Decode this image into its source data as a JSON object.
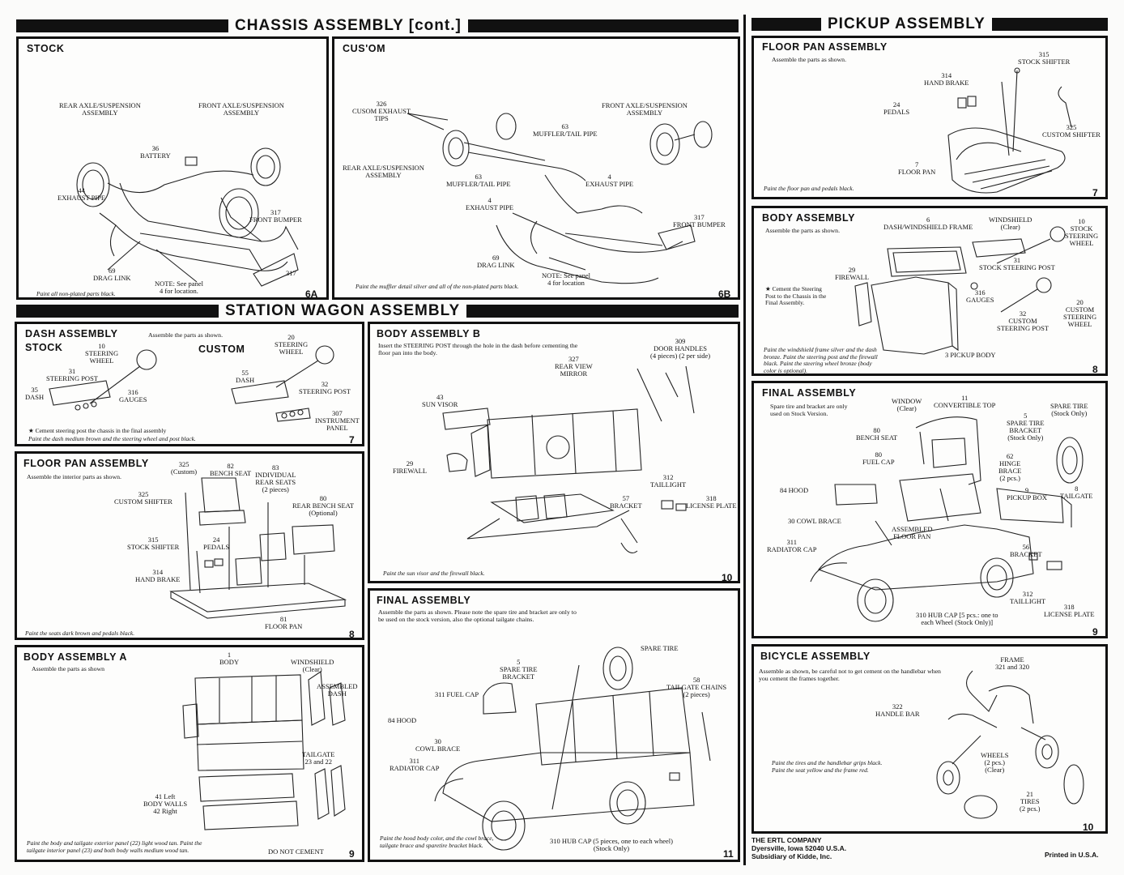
{
  "banners": {
    "chassis": "CHASSIS ASSEMBLY [cont.]",
    "pickup": "PICKUP ASSEMBLY",
    "wagon": "STATION WAGON ASSEMBLY"
  },
  "stock": {
    "title": "STOCK",
    "labels": [
      "REAR AXLE/SUSPENSION\nASSEMBLY",
      "FRONT AXLE/SUSPENSION\nASSEMBLY",
      "36\nBATTERY",
      "44\nEXHAUST PIPE",
      "317\nFRONT BUMPER",
      "69\nDRAG LINK",
      "NOTE: See panel\n4 for location.",
      "317"
    ],
    "note": "Paint all non-plated parts black.",
    "num": "6A"
  },
  "custom": {
    "title": "CUS'OM",
    "labels": [
      "326\nCUSOM EXHAUST\nTIPS",
      "FRONT AXLE/SUSPENSION\nASSEMBLY",
      "63\nMUFFLER/TAIL PIPE",
      "REAR AXLE/SUSPENSION\nASSEMBLY",
      "63\nMUFFLER/TAIL PIPE",
      "4\nEXHAUST PIPE",
      "4\nEXHAUST PIPE",
      "317\nFRONT BUMPER",
      "69\nDRAG LINK",
      "NOTE: See panel\n4 for location"
    ],
    "note": "Paint the muffler detail silver and all of the non-plated parts black.",
    "num": "6B"
  },
  "floor7": {
    "title": "FLOOR PAN ASSEMBLY",
    "inst": "Assemble the parts as shown.",
    "labels": [
      "315\nSTOCK SHIFTER",
      "314\nHAND BRAKE",
      "24\nPEDALS",
      "325\nCUSTOM SHIFTER",
      "7\nFLOOR PAN"
    ],
    "note": "Paint the floor pan and pedals black.",
    "num": "7"
  },
  "body8": {
    "title": "BODY ASSEMBLY",
    "inst": "Assemble the parts as shown.",
    "labels": [
      "6\nDASH/WINDSHIELD FRAME",
      "WINDSHIELD\n(Clear)",
      "10\nSTOCK\nSTEERING\nWHEEL",
      "29\nFIREWALL",
      "31\nSTOCK STEERING POST",
      "316\nGAUGES",
      "20\nCUSTOM\nSTEERING\nWHEEL",
      "32\nCUSTOM\nSTEERING POST",
      "3 PICKUP BODY"
    ],
    "star": "★ Cement the Steering Post to the Chassis in the Final Assembly.",
    "note": "Paint the windshield frame silver and the dash bronze. Paint the steering post and the firewall black. Paint the steering wheel bronze (body color is optional).",
    "num": "8"
  },
  "final9": {
    "title": "FINAL ASSEMBLY",
    "inst": "Spare tire and bracket are only used on Stock Version.",
    "labels": [
      "WINDOW\n(Clear)",
      "11\nCONVERTIBLE TOP",
      "SPARE TIRE\n(Stock Only)",
      "5\nSPARE TIRE\nBRACKET\n(Stock Only)",
      "80\nBENCH SEAT",
      "80\nFUEL CAP",
      "62\nHINGE\nBRACE\n(2 pcs.)",
      "8\nTAILGATE",
      "84 HOOD",
      "9\nPICKUP BOX",
      "30 COWL BRACE",
      "ASSEMBLED\nFLOOR PAN",
      "311\nRADIATOR CAP",
      "56\nBRACKET",
      "312\nTAILLIGHT",
      "318\nLICENSE PLATE",
      "310 HUB CAP [5 pcs.: one to\neach Wheel (Stock Only)]"
    ],
    "num": "9"
  },
  "bike": {
    "title": "BICYCLE ASSEMBLY",
    "inst": "Assemble as shown, be careful not to get cement on the handlebar when you cement the frames together.",
    "labels": [
      "FRAME\n321 and 320",
      "322\nHANDLE BAR",
      "WHEELS\n(2 pcs.)\n(Clear)",
      "21\nTIRES\n(2 pcs.)"
    ],
    "note": "Paint the tires and the handlebar grips black. Paint the seat yellow and the frame red.",
    "num": "10"
  },
  "dash": {
    "title": "DASH ASSEMBLY",
    "inst": "Assemble the parts as shown.",
    "stock": "STOCK",
    "custom": "CUSTOM",
    "labels": [
      "10\nSTEERING\nWHEEL",
      "31\nSTEERING POST",
      "35\nDASH",
      "316\nGAUGES",
      "20\nSTEERING\nWHEEL",
      "55\nDASH",
      "32\nSTEERING POST",
      "307\nINSTRUMENT\nPANEL"
    ],
    "star": "★  Cement steering post the chassis in the final assembly",
    "note": "Paint the dash medium brown and the steering wheel and post black.",
    "num": "7"
  },
  "floor8": {
    "title": "FLOOR PAN ASSEMBLY",
    "inst": "Assemble the interior parts as shown.",
    "labels": [
      "325\n(Custom)",
      "82\nBENCH SEAT",
      "83\nINDIVIDUAL\nREAR SEATS\n(2 pieces)",
      "325\nCUSTOM SHIFTER",
      "80\nREAR BENCH SEAT\n(Optional)",
      "315\nSTOCK SHIFTER",
      "24\nPEDALS",
      "314\nHAND BRAKE",
      "81\nFLOOR PAN"
    ],
    "note": "Paint the seats dark brown and pedals black.",
    "num": "8"
  },
  "bodyA": {
    "title": "BODY ASSEMBLY A",
    "inst": "Assemble the parts as shown",
    "labels": [
      "1\nBODY",
      "WINDSHIELD\n(Clear)",
      "ASSEMBLED\nDASH",
      "TAILGATE\n23 and 22",
      "41 Left\nBODY WALLS\n42 Right",
      "DO NOT CEMENT"
    ],
    "note": "Paint the body and tailgate exterior panel (22) light wood tan. Paint the tailgate interior panel (23) and both body walls medium wood tan.",
    "num": "9"
  },
  "bodyB": {
    "title": "BODY ASSEMBLY B",
    "inst": "Insert the STEERING POST through the hole in the dash before cementing the floor pan into the body.",
    "labels": [
      "309\nDOOR HANDLES\n(4 pieces) (2 per side)",
      "327\nREAR VIEW\nMIRROR",
      "43\nSUN VISOR",
      "29\nFIREWALL",
      "312\nTAILLIGHT",
      "57\nBRACKET",
      "318\nLICENSE PLATE"
    ],
    "note": "Paint the sun visor and the firewall black.",
    "num": "10"
  },
  "final11": {
    "title": "FINAL ASSEMBLY",
    "inst": "Assemble the parts as shown. Please note the spare tire and bracket are only to be used on the stock version, also the optional tailgate chains.",
    "labels": [
      "SPARE TIRE",
      "5\nSPARE TIRE\nBRACKET",
      "58\nTAILGATE CHAINS\n(2 pieces)",
      "311 FUEL CAP",
      "84 HOOD",
      "30\nCOWL BRACE",
      "311\nRADIATOR CAP",
      "310 HUB CAP (5 pieces, one to each wheel)\n(Stock Only)"
    ],
    "note": "Paint the hood body color, and the cowl brace, tailgate brace and sparetire bracket black.",
    "num": "11"
  },
  "footer": {
    "company": "THE ERTL COMPANY\nDyersville, Iowa 52040 U.S.A.\nSubsidiary of Kidde, Inc.",
    "printed": "Printed in U.S.A."
  }
}
